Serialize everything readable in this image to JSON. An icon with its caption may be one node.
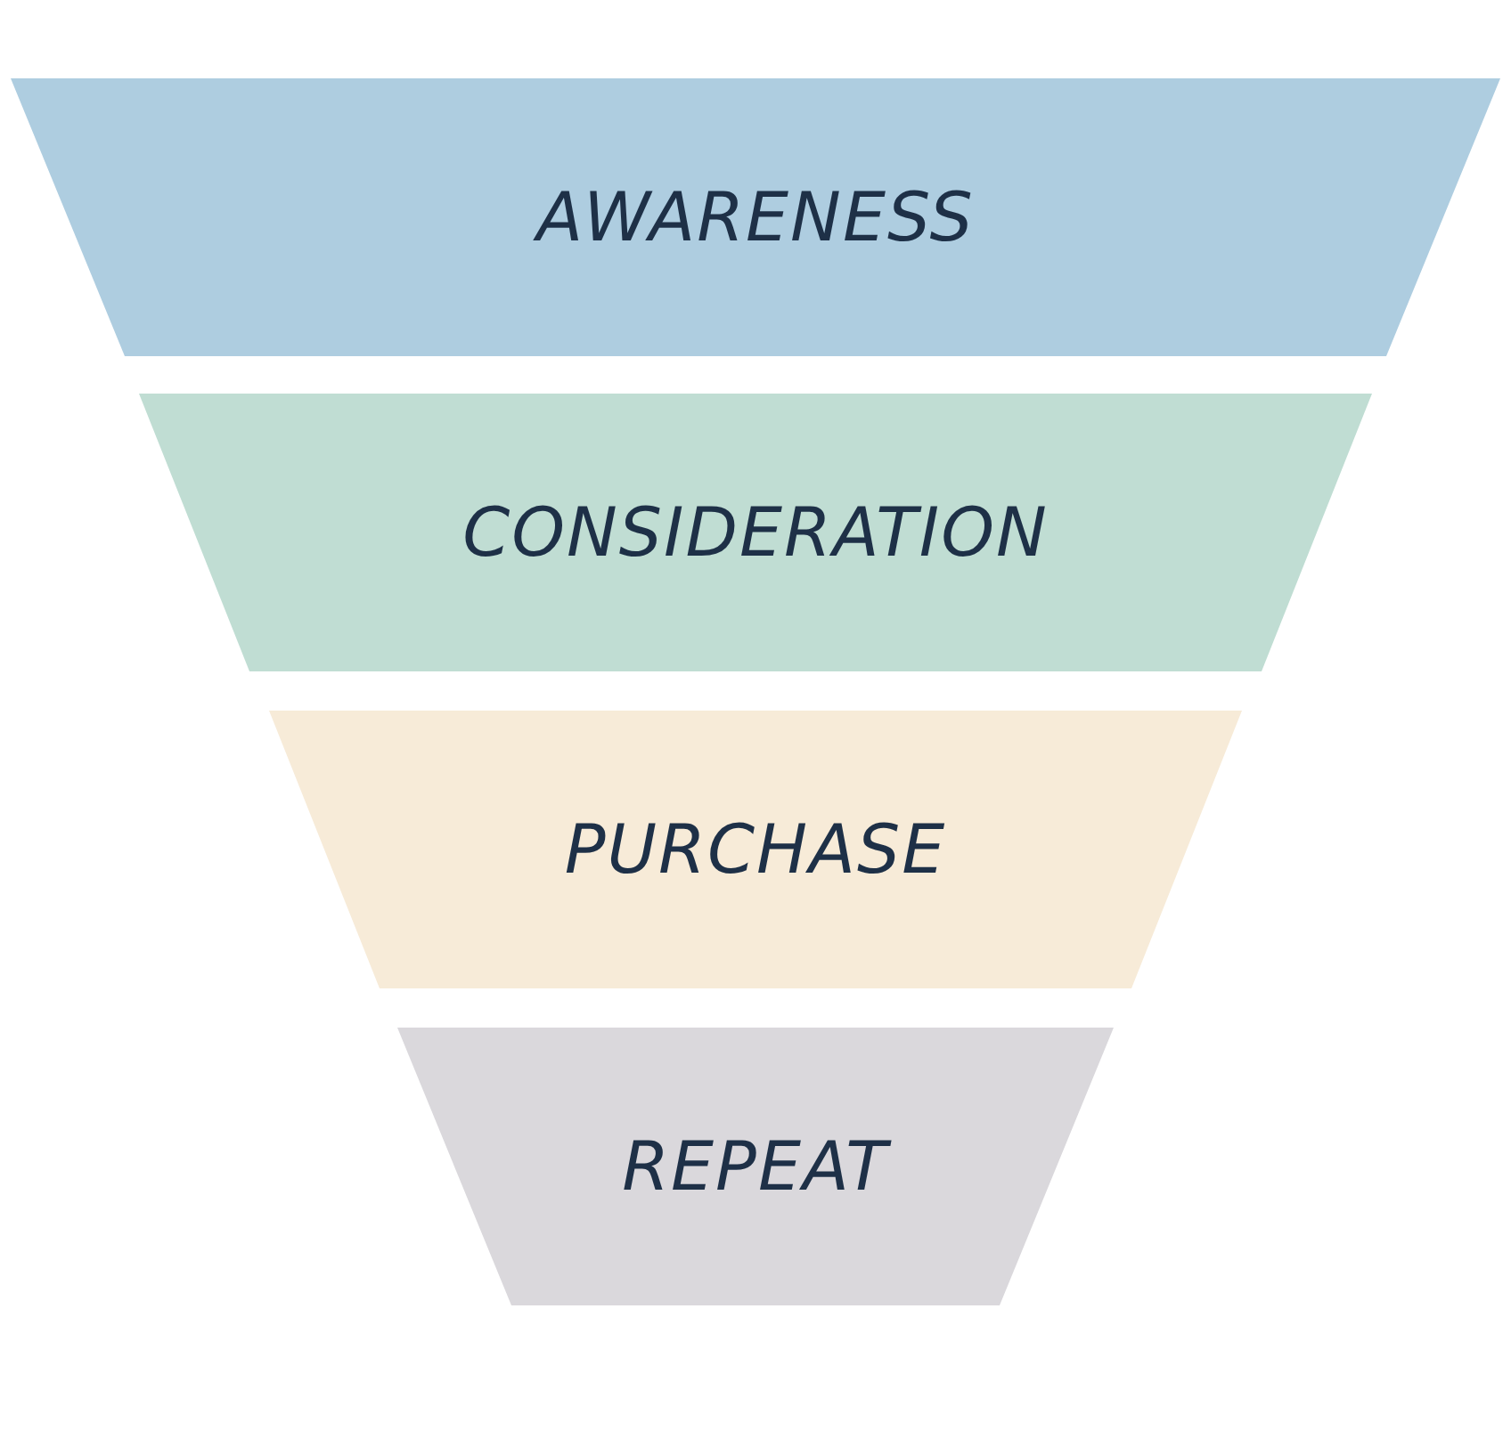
{
  "diagram": {
    "nodes": [
      {
        "text": [
          "AWARENESS"
        ]
      },
      {
        "text": [
          "CONSIDERATION"
        ]
      },
      {
        "text": [
          "PURCHASE"
        ]
      },
      {
        "text": [
          "REPEAT"
        ]
      }
    ]
  }
}
